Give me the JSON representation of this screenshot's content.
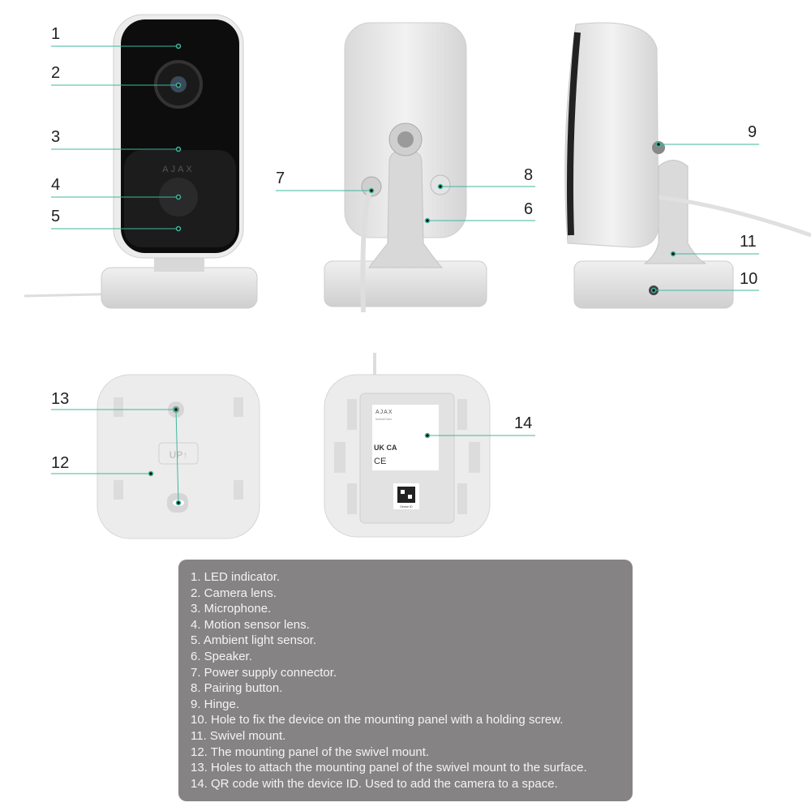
{
  "callouts": [
    "1",
    "2",
    "3",
    "4",
    "5",
    "6",
    "7",
    "8",
    "9",
    "10",
    "11",
    "12",
    "13",
    "14"
  ],
  "device_text": {
    "front_logo": "AJAX",
    "mount_panel_mark": "UP↑",
    "sticker_logo": "AJAX",
    "sticker_model": "IndoorCam",
    "sticker_ukca": "UK CA",
    "sticker_ce": "CE",
    "qr_caption": "Device ID"
  },
  "legend": [
    "1. LED indicator.",
    "2. Camera lens.",
    "3. Microphone.",
    "4. Motion sensor lens.",
    "5. Ambient light sensor.",
    "6. Speaker.",
    "7. Power supply connector.",
    "8. Pairing button.",
    "9. Hinge.",
    "10. Hole to fix the device on the mounting panel with a holding screw.",
    "11. Swivel mount.",
    "12. The mounting panel of the swivel mount.",
    "13. Holes to attach the mounting panel of the swivel mount to the surface.",
    "14. QR code with the device ID. Used to add the camera to a space."
  ],
  "colors": {
    "callout_line": "#3fb79c",
    "legend_bg": "#858384",
    "device_body": "#e6e6e6",
    "device_front": "#0d0d0d"
  }
}
